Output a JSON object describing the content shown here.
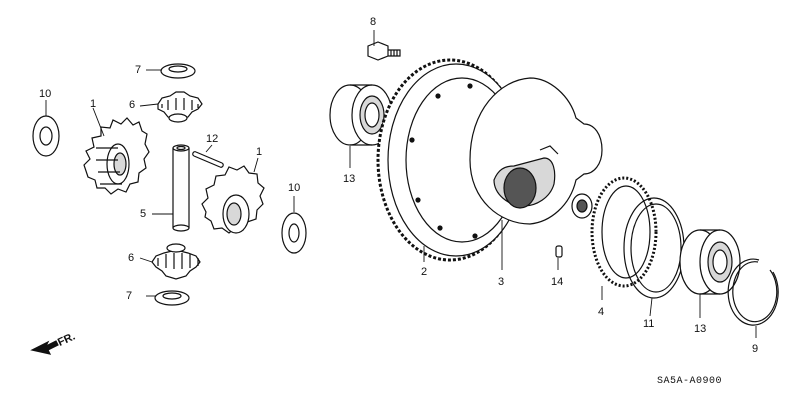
{
  "diagram": {
    "colors": {
      "line": "#111111",
      "fill": "#ffffff",
      "shade": "#d8d8d8",
      "dark": "#555555"
    },
    "callouts": [
      {
        "id": "c8",
        "text": "8"
      },
      {
        "id": "c7a",
        "text": "7"
      },
      {
        "id": "c7b",
        "text": "7"
      },
      {
        "id": "c10a",
        "text": "10"
      },
      {
        "id": "c10b",
        "text": "10"
      },
      {
        "id": "c1a",
        "text": "1"
      },
      {
        "id": "c1b",
        "text": "1"
      },
      {
        "id": "c6a",
        "text": "6"
      },
      {
        "id": "c6b",
        "text": "6"
      },
      {
        "id": "c12",
        "text": "12"
      },
      {
        "id": "c5",
        "text": "5"
      },
      {
        "id": "c13a",
        "text": "13"
      },
      {
        "id": "c13b",
        "text": "13"
      },
      {
        "id": "c2",
        "text": "2"
      },
      {
        "id": "c3",
        "text": "3"
      },
      {
        "id": "c14",
        "text": "14"
      },
      {
        "id": "c4",
        "text": "4"
      },
      {
        "id": "c11",
        "text": "11"
      },
      {
        "id": "c9",
        "text": "9"
      }
    ],
    "direction_label": "FR.",
    "diagram_code": "SA5A-A0900"
  }
}
